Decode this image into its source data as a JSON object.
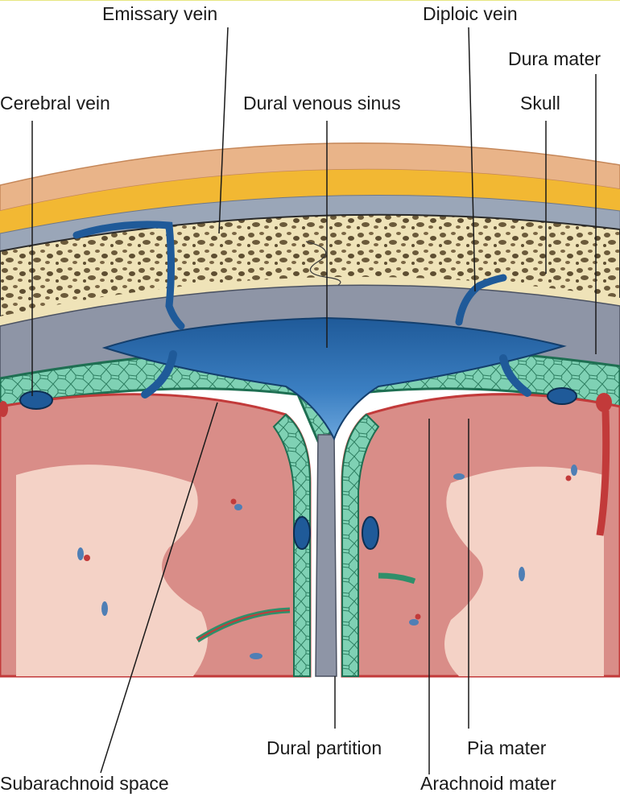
{
  "labels": {
    "emissary_vein": "Emissary vein",
    "diploic_vein": "Diploic vein",
    "dura_mater": "Dura mater",
    "cerebral_vein": "Cerebral vein",
    "dural_venous_sinus": "Dural venous sinus",
    "skull": "Skull",
    "dural_partition": "Dural partition",
    "pia_mater": "Pia mater",
    "subarachnoid_space": "Subarachnoid space",
    "arachnoid_mater": "Arachnoid mater"
  },
  "colors": {
    "scalp_outer": "#e9b489",
    "scalp_fat": "#f2b833",
    "periosteum": "#9aa6b8",
    "skull_bone": "#efe3b8",
    "diploe": "#6b5a3a",
    "dura": "#8e95a6",
    "venous_blood": "#2e6fb0",
    "arachnoid": "#2f8f6a",
    "subarachnoid": "#7fd1b4",
    "pia": "#c23a3a",
    "gray_matter": "#d98d88",
    "white_matter": "#f4d2c6"
  }
}
